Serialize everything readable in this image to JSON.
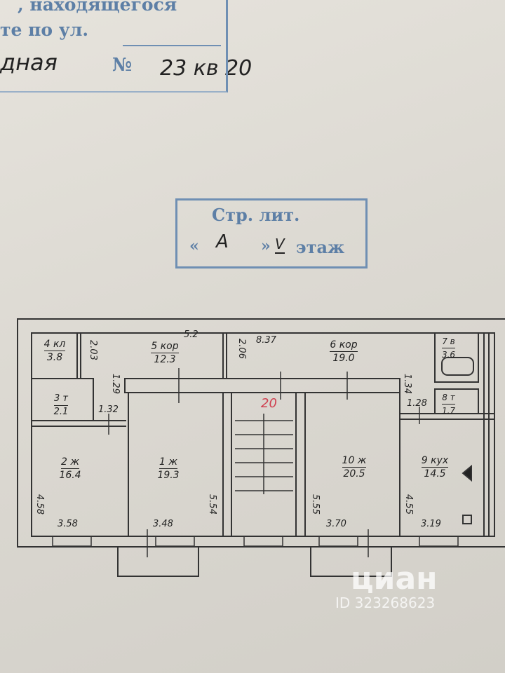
{
  "header_stamp": {
    "line1": ", находящегося",
    "line2": "те по ул.",
    "street_handwritten": "дная",
    "number_label": "№",
    "number_handwritten": "23 кв 20"
  },
  "floor_stamp": {
    "line1": "Стр. лит.",
    "open_quote": "«",
    "letter": "А",
    "close_quote": "»",
    "floor": "V",
    "floor_label": "этаж"
  },
  "apartment_number": "20",
  "rooms": [
    {
      "name": "4 кл",
      "area": "3.8"
    },
    {
      "name": "5 кор",
      "area": "12.3"
    },
    {
      "name": "6 кор",
      "area": "19.0"
    },
    {
      "name": "7 в",
      "area": "3.6"
    },
    {
      "name": "3 т",
      "area": "2.1"
    },
    {
      "name": "8 т",
      "area": "1.7"
    },
    {
      "name": "2 ж",
      "area": "16.4"
    },
    {
      "name": "1 ж",
      "area": "19.3"
    },
    {
      "name": "10 ж",
      "area": "20.5"
    },
    {
      "name": "9 кух",
      "area": "14.5"
    }
  ],
  "dimensions": {
    "d_5_2": "5.2",
    "d_8_37": "8.37",
    "d_2_06": "2.06",
    "d_2_03": "2.03",
    "d_1_29": "1.29",
    "d_1_32": "1.32",
    "d_1_34": "1.34",
    "d_1_28": "1.28",
    "d_4_58": "4.58",
    "d_3_58": "3.58",
    "d_3_48": "3.48",
    "d_5_54": "5.54",
    "d_5_55": "5.55",
    "d_3_70": "3.70",
    "d_4_55": "4.55",
    "d_3_19": "3.19"
  },
  "watermark": {
    "brand": "циан",
    "id": "ID 323268623"
  }
}
